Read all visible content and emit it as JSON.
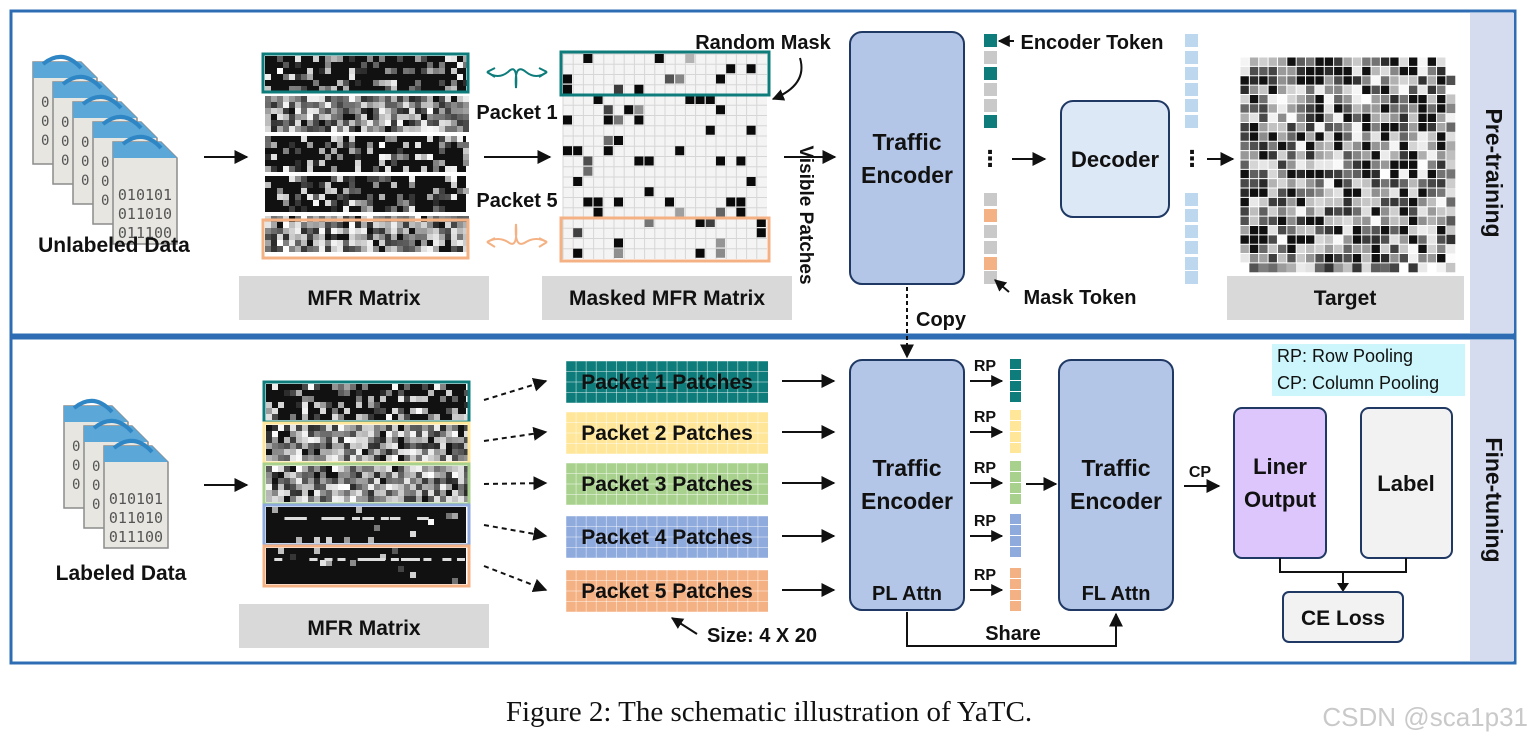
{
  "colors": {
    "frame": "#2e6db4",
    "side_band": "#d5dcf0",
    "encoder_fill": "#b4c6e7",
    "encoder_border": "#1f3864",
    "decoder_fill": "#dde8f7",
    "gray_box": "#d9d9d9",
    "teal": "#0e7c7b",
    "orange": "#f4b183",
    "yellow": "#ffe699",
    "green": "#a9d18e",
    "blue": "#8faadc",
    "purple": "#dcc6fb",
    "cyan_note": "#ccf6fb"
  },
  "pretraining": {
    "section_label": "Pre-training",
    "unlabeled_data": "Unlabeled Data",
    "file_lines": [
      "010101",
      "011010",
      "011100"
    ],
    "mfr_matrix": "MFR Matrix",
    "masked_mfr_matrix": "Masked MFR Matrix",
    "packet1": "Packet 1",
    "packet5": "Packet 5",
    "random_mask": "Random Mask",
    "visible_patches": "Visible Patches",
    "traffic_encoder": [
      "Traffic",
      "Encoder"
    ],
    "encoder_token": "Encoder Token",
    "mask_token": "Mask Token",
    "decoder": "Decoder",
    "target": "Target",
    "dots": "⋮"
  },
  "copy_label": "Copy",
  "finetuning": {
    "section_label": "Fine-tuning",
    "labeled_data": "Labeled Data",
    "mfr_matrix": "MFR Matrix",
    "patches": [
      "Packet 1 Patches",
      "Packet 2 Patches",
      "Packet 3 Patches",
      "Packet 4 Patches",
      "Packet 5 Patches"
    ],
    "size_note": "Size: 4 X 20",
    "encoder1": [
      "Traffic",
      "Encoder"
    ],
    "encoder1_sub": "PL Attn",
    "encoder2": [
      "Traffic",
      "Encoder"
    ],
    "encoder2_sub": "FL Attn",
    "rp": "RP",
    "cp": "CP",
    "share": "Share",
    "legend": [
      "RP: Row Pooling",
      "CP: Column Pooling"
    ],
    "liner_output": [
      "Liner",
      "Output"
    ],
    "label": "Label",
    "ce_loss": "CE Loss"
  },
  "caption": "Figure 2: The schematic illustration of YaTC.",
  "watermark": "CSDN @sca1p31"
}
